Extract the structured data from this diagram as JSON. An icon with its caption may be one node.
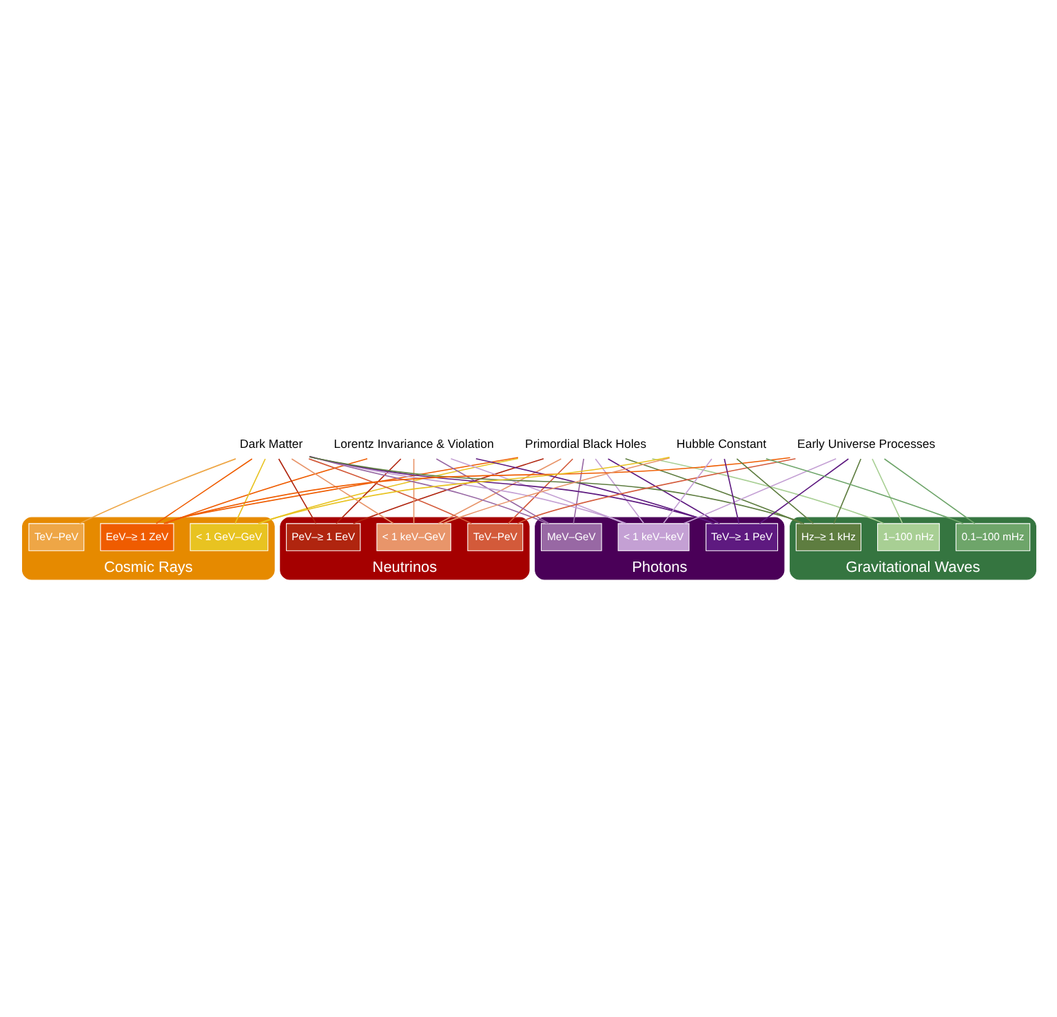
{
  "diagram": {
    "nodes": [
      {
        "text": [
          "Neutrinos"
        ]
      },
      {
        "text": [
          "< 1 keV–GeV"
        ],
        "in": 0
      },
      {
        "text": [
          "TeV–PeV"
        ],
        "in": 0
      },
      {
        "text": [
          "PeV–≥ 1 EeV"
        ],
        "in": 0
      },
      {
        "text": [
          "Photons"
        ]
      },
      {
        "text": [
          "< 1 keV–keV"
        ],
        "in": 4
      },
      {
        "text": [
          "MeV–GeV"
        ],
        "in": 4
      },
      {
        "text": [
          "TeV–≥ 1 PeV"
        ],
        "in": 4
      },
      {
        "text": [
          "Cosmic Rays"
        ]
      },
      {
        "text": [
          "EeV–≥ 1 ZeV"
        ],
        "in": 8
      },
      {
        "text": [
          "TeV–PeV"
        ],
        "in": 8
      },
      {
        "text": [
          "< 1 GeV–GeV"
        ],
        "in": 8
      },
      {
        "text": [
          "Gravitational Waves"
        ]
      },
      {
        "text": [
          "1–100 nHz"
        ],
        "in": 12
      },
      {
        "text": [
          "0.1–100 mHz"
        ],
        "in": 12
      },
      {
        "text": [
          "Hz–≥ 1 kHz"
        ],
        "in": 12
      },
      {
        "text": [
          "Primordial Black Holes"
        ]
      },
      {
        "text": [
          "Lorentz Invariance & Violation"
        ]
      },
      {
        "text": [
          "Dark Matter"
        ]
      },
      {
        "text": [
          "Early Universe Processes"
        ]
      },
      {
        "text": [
          "Hubble Constant"
        ]
      }
    ],
    "edges": [
      {
        "from": 16,
        "to": 3,
        "arrow": "none",
        "color": "#b0250f"
      },
      {
        "from": 16,
        "to": 2,
        "arrow": "none",
        "color": "#d35a3a"
      },
      {
        "from": 16,
        "to": 1,
        "arrow": "none",
        "color": "#e8956a"
      },
      {
        "from": 16,
        "to": 5,
        "arrow": "none",
        "color": "#c4a0d4"
      },
      {
        "from": 16,
        "to": 6,
        "arrow": "none",
        "color": "#9868a4"
      },
      {
        "from": 16,
        "to": 7,
        "arrow": "none",
        "color": "#5e1a80"
      },
      {
        "from": 16,
        "to": 9,
        "arrow": "none",
        "color": "#ef5c00"
      },
      {
        "from": 16,
        "to": 11,
        "arrow": "none",
        "color": "#e8c321"
      },
      {
        "from": 16,
        "to": 13,
        "arrow": "none",
        "color": "#a8cf94"
      },
      {
        "from": 16,
        "to": 15,
        "arrow": "none",
        "color": "#5e7d40"
      },
      {
        "from": 17,
        "to": 3,
        "arrow": "none",
        "color": "#b0250f"
      },
      {
        "from": 17,
        "to": 1,
        "arrow": "none",
        "color": "#e8956a"
      },
      {
        "from": 17,
        "to": 5,
        "arrow": "none",
        "color": "#c4a0d4"
      },
      {
        "from": 17,
        "to": 6,
        "arrow": "none",
        "color": "#9868a4"
      },
      {
        "from": 17,
        "to": 7,
        "arrow": "none",
        "color": "#5e1a80"
      },
      {
        "from": 17,
        "to": 9,
        "arrow": "none",
        "color": "#ef5c00"
      },
      {
        "from": 18,
        "to": 3,
        "arrow": "none",
        "color": "#b0250f"
      },
      {
        "from": 18,
        "to": 2,
        "arrow": "none",
        "color": "#d35a3a"
      },
      {
        "from": 18,
        "to": 1,
        "arrow": "none",
        "color": "#e8956a"
      },
      {
        "from": 18,
        "to": 5,
        "arrow": "none",
        "color": "#c4a0d4"
      },
      {
        "from": 18,
        "to": 6,
        "arrow": "none",
        "color": "#9868a4"
      },
      {
        "from": 18,
        "to": 7,
        "arrow": "none",
        "color": "#5e1a80"
      },
      {
        "from": 18,
        "to": 9,
        "arrow": "none",
        "color": "#ef5c00"
      },
      {
        "from": 18,
        "to": 10,
        "arrow": "none",
        "color": "#eea646"
      },
      {
        "from": 18,
        "to": 11,
        "arrow": "none",
        "color": "#e8c321"
      },
      {
        "from": 18,
        "to": 15,
        "arrow": "none",
        "color": "#5e7d40"
      },
      {
        "from": 19,
        "to": 2,
        "arrow": "none",
        "color": "#d35a3a"
      },
      {
        "from": 19,
        "to": 5,
        "arrow": "none",
        "color": "#c4a0d4"
      },
      {
        "from": 19,
        "to": 7,
        "arrow": "none",
        "color": "#5e1a80"
      },
      {
        "from": 19,
        "to": 9,
        "arrow": "none",
        "color": "#ef5c00"
      },
      {
        "from": 19,
        "to": 13,
        "arrow": "none",
        "color": "#a8cf94"
      },
      {
        "from": 19,
        "to": 14,
        "arrow": "none",
        "color": "#6ea56a"
      },
      {
        "from": 19,
        "to": 15,
        "arrow": "none",
        "color": "#5e7d40"
      },
      {
        "from": 20,
        "to": 1,
        "arrow": "none",
        "color": "#e8956a"
      },
      {
        "from": 20,
        "to": 5,
        "arrow": "none",
        "color": "#c4a0d4"
      },
      {
        "from": 20,
        "to": 7,
        "arrow": "none",
        "color": "#5e1a80"
      },
      {
        "from": 20,
        "to": 11,
        "arrow": "none",
        "color": "#e8c321"
      },
      {
        "from": 20,
        "to": 14,
        "arrow": "none",
        "color": "#6ea56a"
      },
      {
        "from": 20,
        "to": 15,
        "arrow": "none",
        "color": "#5e7d40"
      }
    ]
  }
}
